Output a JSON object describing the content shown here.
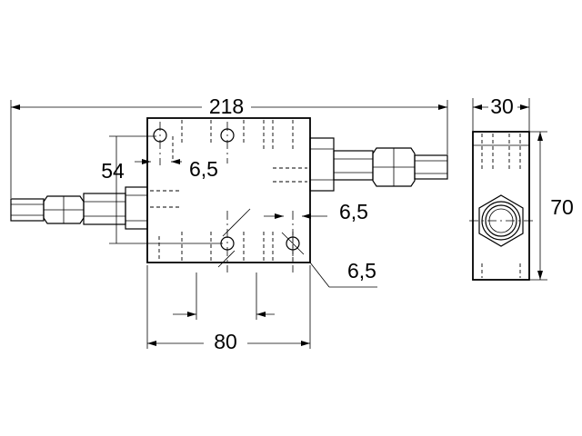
{
  "dimensions": {
    "overall_length": "218",
    "side_width": "30",
    "side_height": "70",
    "top_hole_offset": "54",
    "top_hole_dia": "6,5",
    "right_hole_dia": "6,5",
    "lower_hole_dia": "6,5",
    "hole_spacing": "80"
  }
}
